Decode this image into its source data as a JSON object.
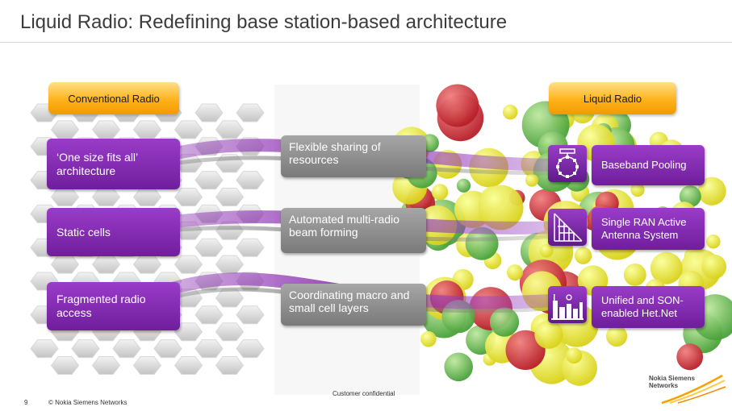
{
  "title": "Liquid Radio: Redefining base station-based architecture",
  "headers": {
    "left": "Conventional Radio",
    "right": "Liquid Radio"
  },
  "rows": [
    {
      "conventional": "‘One size fits all’ architecture",
      "middle": "Flexible sharing of resources",
      "liquid": "Baseband Pooling",
      "icon": "baseband-pool-icon"
    },
    {
      "conventional": "Static cells",
      "middle": "Automated multi-radio beam forming",
      "liquid": "Single RAN Active Antenna System",
      "icon": "antenna-tower-icon"
    },
    {
      "conventional": "Fragmented radio access",
      "middle": "Coordinating macro and small cell layers",
      "liquid": "Unified and SON-enabled Het.Net",
      "icon": "hetnet-city-icon"
    }
  ],
  "footer": {
    "page_number": "9",
    "copyright": "© Nokia Siemens Networks",
    "confidential": "Customer confidential"
  },
  "logo": {
    "line1": "Nokia Siemens",
    "line2": "Networks"
  },
  "colors": {
    "purple": "#7b2aa8",
    "orange": "#ffb21a",
    "gray": "#8c8c8c"
  }
}
